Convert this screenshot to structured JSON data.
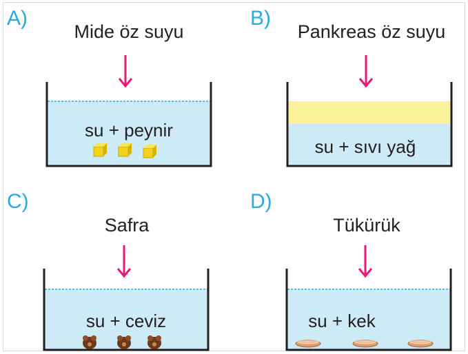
{
  "colors": {
    "letter": "#29abe2",
    "arrow": "#e8197a",
    "water": "#cdeaf7",
    "waterline": "#29abe2",
    "beaker_wall": "#231f20",
    "oil": "#fbf39b",
    "cheese": "#f2d21a",
    "walnut": "#6b3a1c",
    "cake": "#d99a6c"
  },
  "panels": [
    {
      "letter": "A)",
      "title": "Mide öz suyu",
      "content": "su + peynir",
      "food_icon": "cheese-cube-icon"
    },
    {
      "letter": "B)",
      "title": "Pankreas öz suyu",
      "content": "su + sıvı yağ",
      "food_icon": "oil-layer-icon"
    },
    {
      "letter": "C)",
      "title": "Safra",
      "content": "su + ceviz",
      "food_icon": "walnut-icon"
    },
    {
      "letter": "D)",
      "title": "Tükürük",
      "content": "su + kek",
      "food_icon": "cake-slice-icon"
    }
  ]
}
